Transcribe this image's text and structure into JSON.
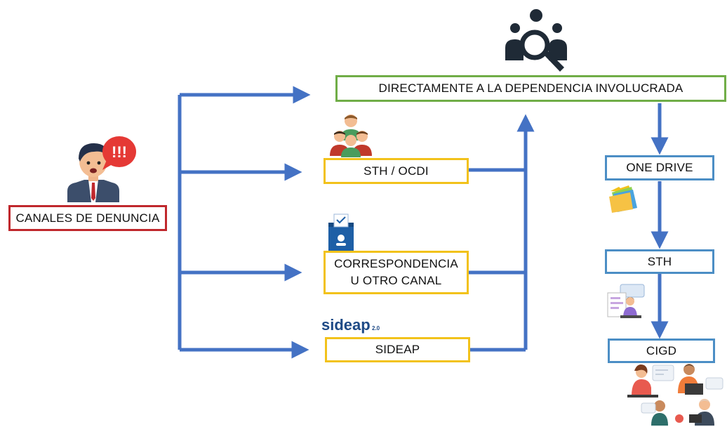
{
  "nodes": {
    "canales": "CANALES DE DENUNCIA",
    "directamente": "DIRECTAMENTE A LA DEPENDENCIA INVOLUCRADA",
    "sth_ocdi": "STH / OCDI",
    "correspondencia_line1": "CORRESPONDENCIA",
    "correspondencia_line2": "U OTRO CANAL",
    "sideap": "SIDEAP",
    "one_drive": "ONE DRIVE",
    "sth": "STH",
    "cigd": "CIGD"
  },
  "logos": {
    "sideap_logo": "sideap",
    "sideap_version": "2.0",
    "alert_text": "!!!"
  },
  "icons": [
    "complainant-icon",
    "people-search-icon",
    "team-icon",
    "ballot-box-icon",
    "sideap-logo",
    "folder-icon",
    "reviewer-icon",
    "meeting-icon"
  ],
  "colors": {
    "arrow": "#4472c4",
    "canales_border": "#c0282d",
    "directamente_border": "#70ad47",
    "channel_border": "#f2c21b",
    "flow_border": "#4c8ec5"
  }
}
